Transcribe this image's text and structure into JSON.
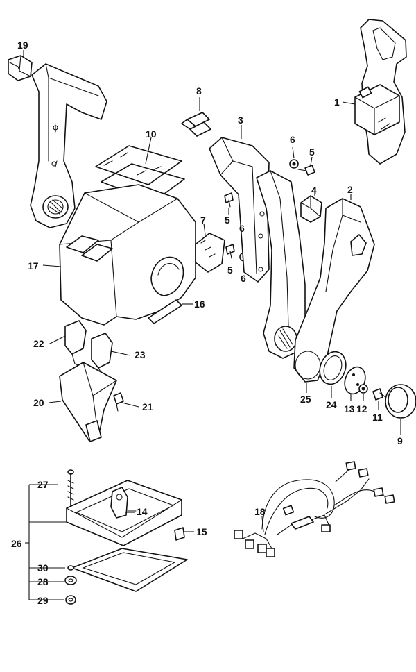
{
  "callouts": {
    "c1": "1",
    "c2": "2",
    "c3": "3",
    "c4": "4",
    "c5a": "5",
    "c5b": "5",
    "c5c": "5",
    "c6a": "6",
    "c6b": "6",
    "c6c": "6",
    "c7": "7",
    "c8": "8",
    "c9": "9",
    "c10": "10",
    "c11": "11",
    "c12": "12",
    "c13": "13",
    "c14": "14",
    "c15": "15",
    "c16": "16",
    "c17": "17",
    "c18": "18",
    "c19": "19",
    "c20": "20",
    "c21": "21",
    "c22": "22",
    "c23": "23",
    "c24": "24",
    "c25": "25",
    "c26": "26",
    "c27": "27",
    "c28": "28",
    "c29": "29",
    "c30": "30"
  },
  "colors": {
    "line": "#111111",
    "background": "#ffffff"
  }
}
